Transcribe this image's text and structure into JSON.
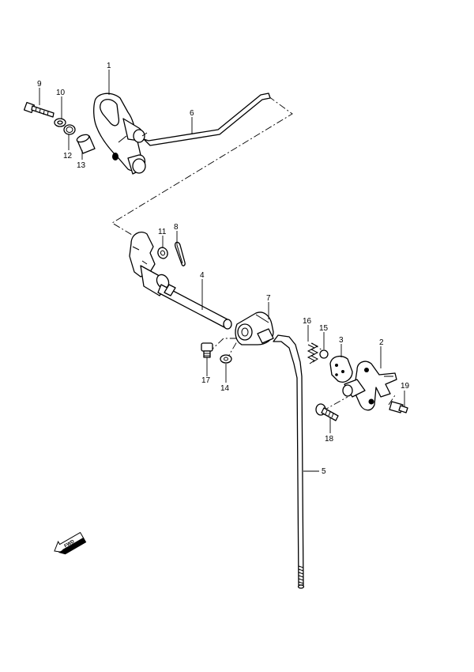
{
  "labels": {
    "p1": "1",
    "p2": "2",
    "p3": "3",
    "p4": "4",
    "p5": "5",
    "p6": "6",
    "p7": "7",
    "p8": "8",
    "p9": "9",
    "p10": "10",
    "p11": "11",
    "p12": "12",
    "p13": "13",
    "p14": "14",
    "p15": "15",
    "p16": "16",
    "p17": "17",
    "p18": "18",
    "p19": "19"
  },
  "fwd_arrow": {
    "text": "FWD"
  }
}
